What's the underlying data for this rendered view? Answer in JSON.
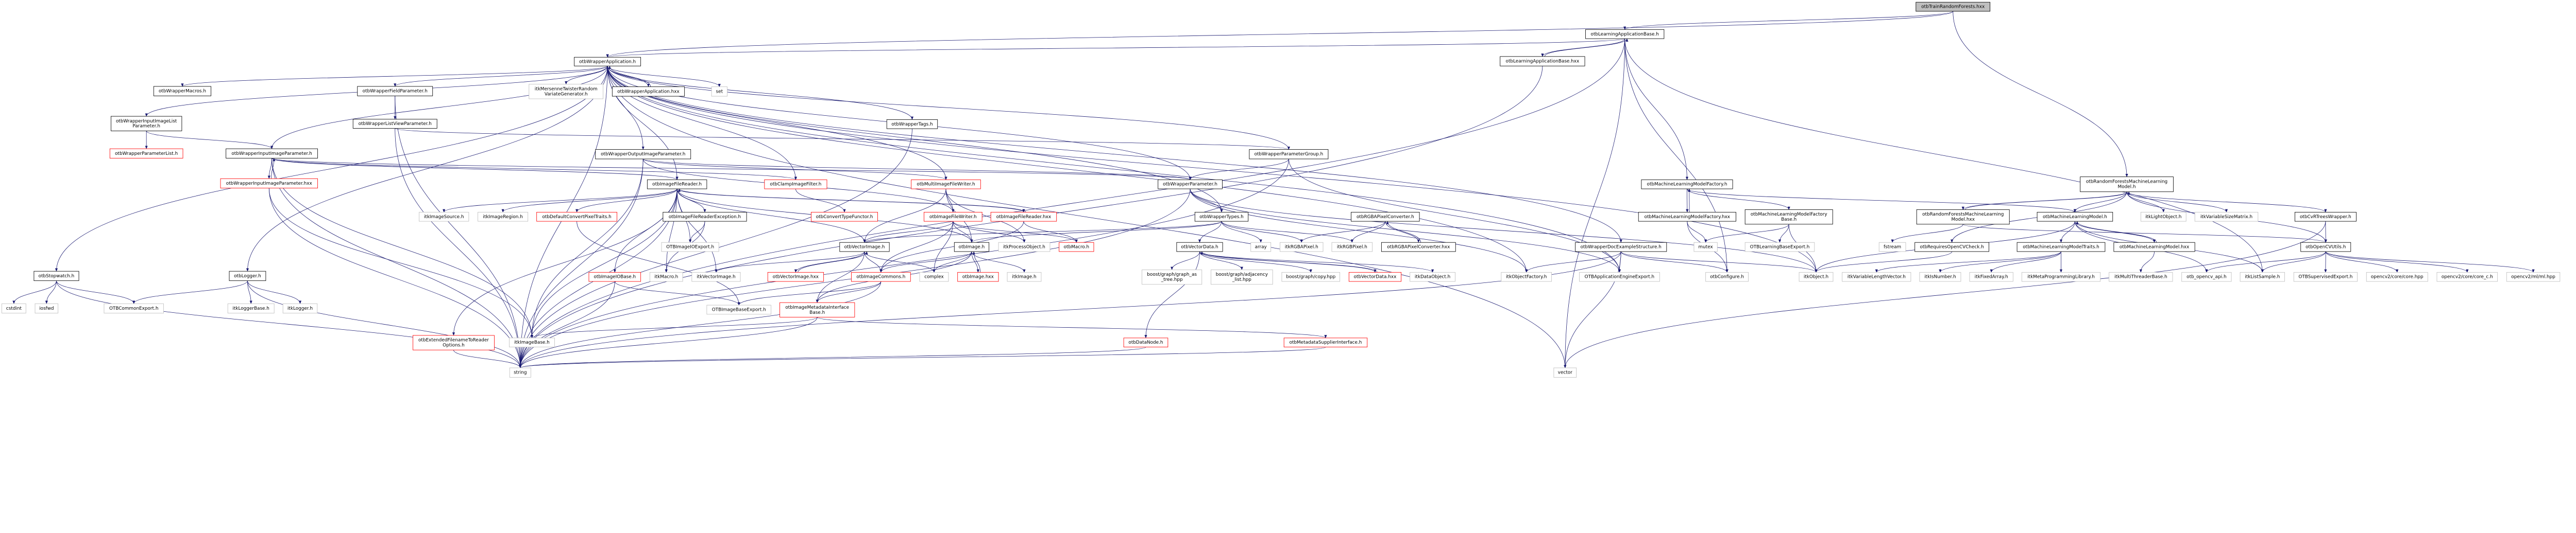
{
  "colors": {
    "edge": "#191970",
    "truncated_border": "#ff0000",
    "external_border": "#bfbfbf",
    "documented_border": "#000000",
    "root_fill": "#bfbfbf"
  },
  "nodes": [
    {
      "id": "trf",
      "kind": "root",
      "lines": [
        "otbTrainRandomForests.hxx"
      ]
    },
    {
      "id": "lab",
      "kind": "doc",
      "lines": [
        "otbLearningApplicationBase.h"
      ]
    },
    {
      "id": "labx",
      "kind": "doc",
      "lines": [
        "otbLearningApplicationBase.hxx"
      ]
    },
    {
      "id": "app",
      "kind": "doc",
      "lines": [
        "otbWrapperApplication.h"
      ]
    },
    {
      "id": "mac",
      "kind": "doc",
      "lines": [
        "otbWrapperMacros.h"
      ]
    },
    {
      "id": "field",
      "kind": "doc",
      "lines": [
        "otbWrapperFieldParameter.h"
      ]
    },
    {
      "id": "mt",
      "kind": "gray",
      "lines": [
        "itkMersenneTwisterRandom",
        "VariateGenerator.h"
      ]
    },
    {
      "id": "appx",
      "kind": "doc",
      "lines": [
        "otbWrapperApplication.hxx"
      ]
    },
    {
      "id": "set",
      "kind": "gray",
      "lines": [
        "set"
      ]
    },
    {
      "id": "iil",
      "kind": "doc",
      "lines": [
        "otbWrapperInputImageList",
        "Parameter.h"
      ]
    },
    {
      "id": "lv",
      "kind": "doc",
      "lines": [
        "otbWrapperListViewParameter.h"
      ]
    },
    {
      "id": "tags",
      "kind": "doc",
      "lines": [
        "otbWrapperTags.h"
      ]
    },
    {
      "id": "plist",
      "kind": "red",
      "lines": [
        "otbWrapperParameterList.h"
      ]
    },
    {
      "id": "iip",
      "kind": "doc",
      "lines": [
        "otbWrapperInputImageParameter.h"
      ]
    },
    {
      "id": "oip",
      "kind": "doc",
      "lines": [
        "otbWrapperOutputImageParameter.h"
      ]
    },
    {
      "id": "pg",
      "kind": "doc",
      "lines": [
        "otbWrapperParameterGroup.h"
      ]
    },
    {
      "id": "iipx",
      "kind": "red",
      "lines": [
        "otbWrapperInputImageParameter.hxx"
      ]
    },
    {
      "id": "ifr",
      "kind": "doc",
      "lines": [
        "otbImageFileReader.h"
      ]
    },
    {
      "id": "clamp",
      "kind": "red",
      "lines": [
        "otbClampImageFilter.h"
      ]
    },
    {
      "id": "mifw",
      "kind": "red",
      "lines": [
        "otbMultiImageFileWriter.h"
      ]
    },
    {
      "id": "param",
      "kind": "doc",
      "lines": [
        "otbWrapperParameter.h"
      ]
    },
    {
      "id": "mlf",
      "kind": "doc",
      "lines": [
        "otbMachineLearningModelFactory.h"
      ]
    },
    {
      "id": "rfm",
      "kind": "doc",
      "lines": [
        "otbRandomForestsMachineLearning",
        "Model.h"
      ]
    },
    {
      "id": "isrc",
      "kind": "gray",
      "lines": [
        "itkImageSource.h"
      ]
    },
    {
      "id": "ireg",
      "kind": "gray",
      "lines": [
        "itkImageRegion.h"
      ]
    },
    {
      "id": "dcpt",
      "kind": "red",
      "lines": [
        "otbDefaultConvertPixelTraits.h"
      ]
    },
    {
      "id": "ifre",
      "kind": "doc",
      "lines": [
        "otbImageFileReaderException.h"
      ]
    },
    {
      "id": "ctf",
      "kind": "red",
      "lines": [
        "otbConvertTypeFunctor.h"
      ]
    },
    {
      "id": "ifw",
      "kind": "red",
      "lines": [
        "otbImageFileWriter.h"
      ]
    },
    {
      "id": "ifrx",
      "kind": "red",
      "lines": [
        "otbImageFileReader.hxx"
      ]
    },
    {
      "id": "wt",
      "kind": "doc",
      "lines": [
        "otbWrapperTypes.h"
      ]
    },
    {
      "id": "rgbac",
      "kind": "doc",
      "lines": [
        "otbRGBAPixelConverter.h"
      ]
    },
    {
      "id": "mlfx",
      "kind": "doc",
      "lines": [
        "otbMachineLearningModelFactory.hxx"
      ]
    },
    {
      "id": "mlfb",
      "kind": "doc",
      "lines": [
        "otbMachineLearningModelFactory",
        "Base.h"
      ]
    },
    {
      "id": "rfmx",
      "kind": "doc",
      "lines": [
        "otbRandomForestsMachineLearning",
        "Model.hxx"
      ]
    },
    {
      "id": "mlm",
      "kind": "doc",
      "lines": [
        "otbMachineLearningModel.h"
      ]
    },
    {
      "id": "ilo",
      "kind": "gray",
      "lines": [
        "itkLightObject.h"
      ]
    },
    {
      "id": "ivsm",
      "kind": "gray",
      "lines": [
        "itkVariableSizeMatrix.h"
      ]
    },
    {
      "id": "cvrt",
      "kind": "doc",
      "lines": [
        "otbCvRTreesWrapper.h"
      ]
    },
    {
      "id": "ioexp",
      "kind": "gray",
      "lines": [
        "OTBImageIOExport.h"
      ]
    },
    {
      "id": "vi",
      "kind": "doc",
      "lines": [
        "otbVectorImage.h"
      ]
    },
    {
      "id": "img",
      "kind": "doc",
      "lines": [
        "otbImage.h"
      ]
    },
    {
      "id": "ipo",
      "kind": "gray",
      "lines": [
        "itkProcessObject.h"
      ]
    },
    {
      "id": "omac",
      "kind": "red",
      "lines": [
        "otbMacro.h"
      ]
    },
    {
      "id": "vd",
      "kind": "doc",
      "lines": [
        "otbVectorData.h"
      ]
    },
    {
      "id": "array",
      "kind": "gray",
      "lines": [
        "array"
      ]
    },
    {
      "id": "rgba",
      "kind": "gray",
      "lines": [
        "itkRGBAPixel.h"
      ]
    },
    {
      "id": "rgb",
      "kind": "gray",
      "lines": [
        "itkRGBPixel.h"
      ]
    },
    {
      "id": "rgbacx",
      "kind": "doc",
      "lines": [
        "otbRGBAPixelConverter.hxx"
      ]
    },
    {
      "id": "dex",
      "kind": "doc",
      "lines": [
        "otbWrapperDocExampleStructure.h"
      ]
    },
    {
      "id": "mutex",
      "kind": "gray",
      "lines": [
        "mutex"
      ]
    },
    {
      "id": "lbe",
      "kind": "gray",
      "lines": [
        "OTBLearningBaseExport.h"
      ]
    },
    {
      "id": "fstream",
      "kind": "gray",
      "lines": [
        "fstream"
      ]
    },
    {
      "id": "roc",
      "kind": "doc",
      "lines": [
        "otbRequiresOpenCVCheck.h"
      ]
    },
    {
      "id": "mlt",
      "kind": "doc",
      "lines": [
        "otbMachineLearningModelTraits.h"
      ]
    },
    {
      "id": "mlmx",
      "kind": "doc",
      "lines": [
        "otbMachineLearningModel.hxx"
      ]
    },
    {
      "id": "ocv",
      "kind": "doc",
      "lines": [
        "otbOpenCVUtils.h"
      ]
    },
    {
      "id": "iiob",
      "kind": "red",
      "lines": [
        "otbImageIOBase.h"
      ]
    },
    {
      "id": "imac",
      "kind": "gray",
      "lines": [
        "itkMacro.h"
      ]
    },
    {
      "id": "ivi",
      "kind": "gray",
      "lines": [
        "itkVectorImage.h"
      ]
    },
    {
      "id": "vix",
      "kind": "red",
      "lines": [
        "otbVectorImage.hxx"
      ]
    },
    {
      "id": "ic",
      "kind": "red",
      "lines": [
        "otbImageCommons.h"
      ]
    },
    {
      "id": "complex",
      "kind": "gray",
      "lines": [
        "complex"
      ]
    },
    {
      "id": "imgx",
      "kind": "red",
      "lines": [
        "otbImage.hxx"
      ]
    },
    {
      "id": "iimg",
      "kind": "gray",
      "lines": [
        "itkImage.h"
      ]
    },
    {
      "id": "bgt",
      "kind": "gray",
      "lines": [
        "boost/graph/graph_as",
        "_tree.hpp"
      ]
    },
    {
      "id": "bal",
      "kind": "gray",
      "lines": [
        "boost/graph/adjacency",
        "_list.hpp"
      ]
    },
    {
      "id": "bcp",
      "kind": "gray",
      "lines": [
        "boost/graph/copy.hpp"
      ]
    },
    {
      "id": "vdx",
      "kind": "red",
      "lines": [
        "otbVectorData.hxx"
      ]
    },
    {
      "id": "ido",
      "kind": "gray",
      "lines": [
        "itkDataObject.h"
      ]
    },
    {
      "id": "iof",
      "kind": "gray",
      "lines": [
        "itkObjectFactory.h"
      ]
    },
    {
      "id": "aee",
      "kind": "gray",
      "lines": [
        "OTBApplicationEngineExport.h"
      ]
    },
    {
      "id": "conf",
      "kind": "gray",
      "lines": [
        "otbConfigure.h"
      ]
    },
    {
      "id": "iobj",
      "kind": "gray",
      "lines": [
        "itkObject.h"
      ]
    },
    {
      "id": "ivlv",
      "kind": "gray",
      "lines": [
        "itkVariableLengthVector.h"
      ]
    },
    {
      "id": "isn",
      "kind": "gray",
      "lines": [
        "itkIsNumber.h"
      ]
    },
    {
      "id": "ifa",
      "kind": "gray",
      "lines": [
        "itkFixedArray.h"
      ]
    },
    {
      "id": "impl",
      "kind": "gray",
      "lines": [
        "itkMetaProgrammingLibrary.h"
      ]
    },
    {
      "id": "imtb",
      "kind": "gray",
      "lines": [
        "itkMultiThreaderBase.h"
      ]
    },
    {
      "id": "ocvapi",
      "kind": "gray",
      "lines": [
        "otb_opencv_api.h"
      ]
    },
    {
      "id": "ils",
      "kind": "gray",
      "lines": [
        "itkListSample.h"
      ]
    },
    {
      "id": "sup",
      "kind": "gray",
      "lines": [
        "OTBSupervisedExport.h"
      ]
    },
    {
      "id": "core",
      "kind": "gray",
      "lines": [
        "opencv2/core/core.hpp"
      ]
    },
    {
      "id": "corec",
      "kind": "gray",
      "lines": [
        "opencv2/core/core_c.h"
      ]
    },
    {
      "id": "ml",
      "kind": "gray",
      "lines": [
        "opencv2/ml/ml.hpp"
      ]
    },
    {
      "id": "sw",
      "kind": "doc",
      "lines": [
        "otbStopwatch.h"
      ]
    },
    {
      "id": "log",
      "kind": "doc",
      "lines": [
        "otbLogger.h"
      ]
    },
    {
      "id": "cstdint",
      "kind": "gray",
      "lines": [
        "cstdint"
      ]
    },
    {
      "id": "iosfwd",
      "kind": "gray",
      "lines": [
        "iosfwd"
      ]
    },
    {
      "id": "cexp",
      "kind": "gray",
      "lines": [
        "OTBCommonExport.h"
      ]
    },
    {
      "id": "ilb",
      "kind": "gray",
      "lines": [
        "itkLoggerBase.h"
      ]
    },
    {
      "id": "ilog",
      "kind": "gray",
      "lines": [
        "itkLogger.h"
      ]
    },
    {
      "id": "ibexp",
      "kind": "gray",
      "lines": [
        "OTBImageBaseExport.h"
      ]
    },
    {
      "id": "imib",
      "kind": "red",
      "lines": [
        "otbImageMetadataInterface",
        "Base.h"
      ]
    },
    {
      "id": "efr",
      "kind": "red",
      "lines": [
        "otbExtendedFilenameToReader",
        "Options.h"
      ]
    },
    {
      "id": "ibase",
      "kind": "gray",
      "lines": [
        "itkImageBase.h"
      ]
    },
    {
      "id": "dn",
      "kind": "red",
      "lines": [
        "otbDataNode.h"
      ]
    },
    {
      "id": "msi",
      "kind": "red",
      "lines": [
        "otbMetadataSupplierInterface.h"
      ]
    },
    {
      "id": "string",
      "kind": "gray",
      "lines": [
        "string"
      ]
    },
    {
      "id": "vector",
      "kind": "gray",
      "lines": [
        "vector"
      ]
    }
  ],
  "edges": [
    [
      "trf",
      "lab"
    ],
    [
      "trf",
      "rfm"
    ],
    [
      "trf",
      "app"
    ],
    [
      "lab",
      "app"
    ],
    [
      "lab",
      "labx"
    ],
    [
      "labx",
      "lab"
    ],
    [
      "lab",
      "mlf"
    ],
    [
      "lab",
      "conf"
    ],
    [
      "lab",
      "ils"
    ],
    [
      "lab",
      "vector"
    ],
    [
      "lab",
      "string"
    ],
    [
      "labx",
      "string"
    ],
    [
      "app",
      "mac"
    ],
    [
      "app",
      "field"
    ],
    [
      "app",
      "iil"
    ],
    [
      "app",
      "iip"
    ],
    [
      "app",
      "sw"
    ],
    [
      "app",
      "log"
    ],
    [
      "app",
      "mt"
    ],
    [
      "app",
      "appx"
    ],
    [
      "appx",
      "app"
    ],
    [
      "app",
      "set"
    ],
    [
      "app",
      "oip"
    ],
    [
      "app",
      "tags"
    ],
    [
      "app",
      "pg"
    ],
    [
      "app",
      "param"
    ],
    [
      "app",
      "wt"
    ],
    [
      "app",
      "dex"
    ],
    [
      "app",
      "iobj"
    ],
    [
      "app",
      "iof"
    ],
    [
      "app",
      "aee"
    ],
    [
      "app",
      "string"
    ],
    [
      "app",
      "vector"
    ],
    [
      "app",
      "ifr"
    ],
    [
      "app",
      "mifw"
    ],
    [
      "app",
      "clamp"
    ],
    [
      "field",
      "lv"
    ],
    [
      "field",
      "string"
    ],
    [
      "lv",
      "pg"
    ],
    [
      "lv",
      "string"
    ],
    [
      "iil",
      "plist"
    ],
    [
      "iil",
      "iip"
    ],
    [
      "iip",
      "iipx"
    ],
    [
      "iipx",
      "iip"
    ],
    [
      "iip",
      "ifr"
    ],
    [
      "iip",
      "clamp"
    ],
    [
      "iip",
      "param"
    ],
    [
      "iip",
      "ibase"
    ],
    [
      "iip",
      "string"
    ],
    [
      "iipx",
      "string"
    ],
    [
      "iipx",
      "ibase"
    ],
    [
      "sw",
      "cstdint"
    ],
    [
      "sw",
      "iosfwd"
    ],
    [
      "sw",
      "cexp"
    ],
    [
      "sw",
      "string"
    ],
    [
      "log",
      "cexp"
    ],
    [
      "log",
      "ilb"
    ],
    [
      "log",
      "ilog"
    ],
    [
      "log",
      "string"
    ],
    [
      "oip",
      "ifw"
    ],
    [
      "oip",
      "mifw"
    ],
    [
      "oip",
      "param"
    ],
    [
      "oip",
      "string"
    ],
    [
      "oip",
      "ibase"
    ],
    [
      "ifr",
      "isrc"
    ],
    [
      "ifr",
      "ireg"
    ],
    [
      "ifr",
      "dcpt"
    ],
    [
      "ifr",
      "ifre"
    ],
    [
      "ifr",
      "ioexp"
    ],
    [
      "ifr",
      "iiob"
    ],
    [
      "ifr",
      "imac"
    ],
    [
      "ifr",
      "ivi"
    ],
    [
      "ifr",
      "ifrx"
    ],
    [
      "ifr",
      "img"
    ],
    [
      "ifr",
      "vi"
    ],
    [
      "ifr",
      "efr"
    ],
    [
      "ifr",
      "string"
    ],
    [
      "ifr",
      "ibase"
    ],
    [
      "ifre",
      "ioexp"
    ],
    [
      "ifre",
      "imac"
    ],
    [
      "dcpt",
      "ibexp"
    ],
    [
      "iiob",
      "ibexp"
    ],
    [
      "iiob",
      "string"
    ],
    [
      "efr",
      "string"
    ],
    [
      "clamp",
      "ctf"
    ],
    [
      "mifw",
      "ifw"
    ],
    [
      "mifw",
      "vi"
    ],
    [
      "mifw",
      "img"
    ],
    [
      "mifw",
      "ipo"
    ],
    [
      "ifw",
      "vi"
    ],
    [
      "ifw",
      "img"
    ],
    [
      "ifw",
      "ipo"
    ],
    [
      "ifw",
      "omac"
    ],
    [
      "ifw",
      "complex"
    ],
    [
      "ifw",
      "ic"
    ],
    [
      "ifrx",
      "omac"
    ],
    [
      "ifrx",
      "ic"
    ],
    [
      "ifrx",
      "ifr"
    ],
    [
      "vi",
      "vix"
    ],
    [
      "vix",
      "vi"
    ],
    [
      "vi",
      "ic"
    ],
    [
      "vi",
      "complex"
    ],
    [
      "vi",
      "imib"
    ],
    [
      "vi",
      "ivi"
    ],
    [
      "img",
      "complex"
    ],
    [
      "img",
      "imgx"
    ],
    [
      "imgx",
      "img"
    ],
    [
      "img",
      "iimg"
    ],
    [
      "img",
      "ic"
    ],
    [
      "img",
      "imib"
    ],
    [
      "ic",
      "imib"
    ],
    [
      "ic",
      "string"
    ],
    [
      "ic",
      "ibexp"
    ],
    [
      "imib",
      "string"
    ],
    [
      "imib",
      "ibase"
    ],
    [
      "imib",
      "msi"
    ],
    [
      "tags",
      "string"
    ],
    [
      "pg",
      "param"
    ],
    [
      "pg",
      "string"
    ],
    [
      "pg",
      "aee"
    ],
    [
      "param",
      "wt"
    ],
    [
      "param",
      "iobj"
    ],
    [
      "param",
      "iof"
    ],
    [
      "param",
      "aee"
    ],
    [
      "param",
      "string"
    ],
    [
      "wt",
      "vd"
    ],
    [
      "wt",
      "array"
    ],
    [
      "wt",
      "rgba"
    ],
    [
      "wt",
      "rgb"
    ],
    [
      "wt",
      "vi"
    ],
    [
      "wt",
      "img"
    ],
    [
      "rgbac",
      "rgba"
    ],
    [
      "rgbac",
      "rgb"
    ],
    [
      "rgbac",
      "rgbacx"
    ],
    [
      "rgbacx",
      "rgbac"
    ],
    [
      "vd",
      "bgt"
    ],
    [
      "vd",
      "bal"
    ],
    [
      "vd",
      "bcp"
    ],
    [
      "vd",
      "vdx"
    ],
    [
      "vdx",
      "vd"
    ],
    [
      "vd",
      "ido"
    ],
    [
      "vd",
      "dn"
    ],
    [
      "dn",
      "string"
    ],
    [
      "msi",
      "string"
    ],
    [
      "mlf",
      "mlfx"
    ],
    [
      "mlfx",
      "mlf"
    ],
    [
      "mlf",
      "mlfb"
    ],
    [
      "mlf",
      "mlm"
    ],
    [
      "mlfx",
      "mutex"
    ],
    [
      "mlfx",
      "conf"
    ],
    [
      "mlfb",
      "mutex"
    ],
    [
      "mlfb",
      "lbe"
    ],
    [
      "mlfb",
      "iobj"
    ],
    [
      "dex",
      "iof"
    ],
    [
      "dex",
      "aee"
    ],
    [
      "dex",
      "conf"
    ],
    [
      "dex",
      "iobj"
    ],
    [
      "dex",
      "vector"
    ],
    [
      "dex",
      "string"
    ],
    [
      "rfm",
      "rfmx"
    ],
    [
      "rfmx",
      "rfm"
    ],
    [
      "rfm",
      "mlm"
    ],
    [
      "rfm",
      "ilo"
    ],
    [
      "rfm",
      "ivsm"
    ],
    [
      "rfm",
      "cvrt"
    ],
    [
      "rfm",
      "roc"
    ],
    [
      "rfm",
      "ocv"
    ],
    [
      "rfmx",
      "fstream"
    ],
    [
      "rfmx",
      "ocv"
    ],
    [
      "mlm",
      "mlt"
    ],
    [
      "mlm",
      "mlmx"
    ],
    [
      "mlmx",
      "mlm"
    ],
    [
      "mlm",
      "iobj"
    ],
    [
      "mlm",
      "ils"
    ],
    [
      "mlm",
      "ocvapi"
    ],
    [
      "mlt",
      "ivlv"
    ],
    [
      "mlt",
      "isn"
    ],
    [
      "mlt",
      "ifa"
    ],
    [
      "mlt",
      "impl"
    ],
    [
      "mlmx",
      "imtb"
    ],
    [
      "roc",
      "iobj"
    ],
    [
      "cvrt",
      "ocv"
    ],
    [
      "cvrt",
      "vector"
    ],
    [
      "ocv",
      "ocvapi"
    ],
    [
      "ocv",
      "ils"
    ],
    [
      "ocv",
      "sup"
    ],
    [
      "ocv",
      "core"
    ],
    [
      "ocv",
      "corec"
    ],
    [
      "ocv",
      "ml"
    ]
  ]
}
